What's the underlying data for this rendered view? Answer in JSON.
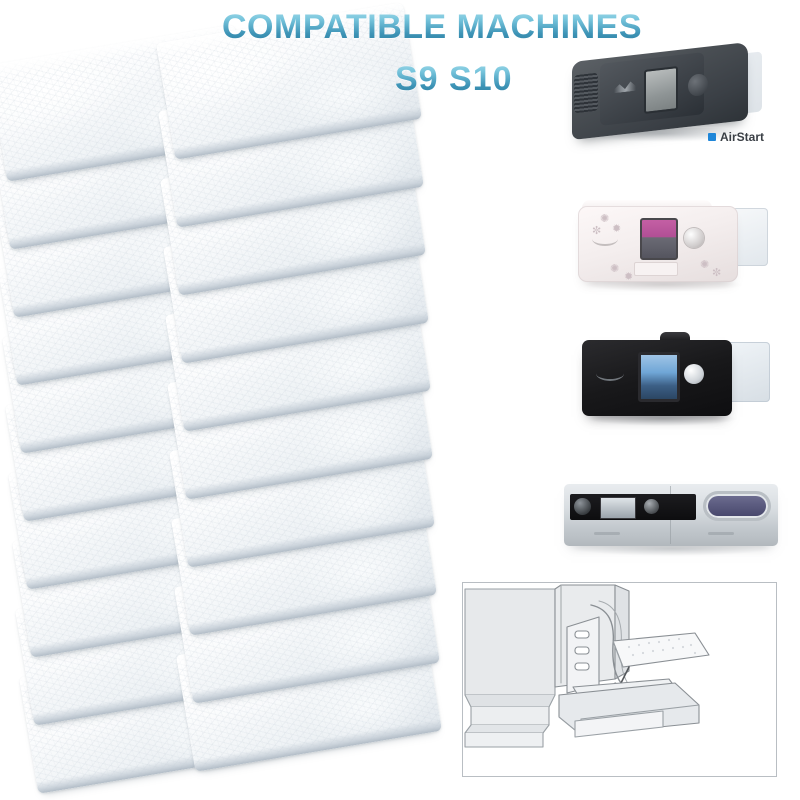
{
  "heading": {
    "title": "COMPATIBLE MACHINES",
    "subtitle": "S9  S10",
    "color_light": "#a9dcea",
    "color_dark": "#2b7b9c"
  },
  "product": {
    "item_name": "CPAP disposable universal replacement filters",
    "material_appearance": "white non-woven fibrous filter pads",
    "left_column_count": 10,
    "right_column_count": 10,
    "total_visible_pads": 20,
    "tilt_degrees": -9.5
  },
  "machines": [
    {
      "id": "airstart",
      "name": "airstart-machine",
      "label": "AirStart",
      "label_marker_color": "#1f86d8",
      "body_color": "#3b4046",
      "screen_color": "#8f9596",
      "description": "dark grey CPAP unit with side vent, small grey LCD and round dial"
    },
    {
      "id": "pink",
      "name": "pink-floral-machine",
      "label": "",
      "body_color": "#f4eeee",
      "screen_color": "#b14f95",
      "description": "white CPAP with floral decals, pink-purple colour screen and clear water chamber"
    },
    {
      "id": "black",
      "name": "black-machine",
      "label": "",
      "body_color": "#18181a",
      "screen_color": "#6fa6d6",
      "description": "black CPAP with blue colour touchscreen, white dial and clear humidifier tub"
    },
    {
      "id": "silver",
      "name": "silver-s9-machine",
      "label": "",
      "body_color": "#d8dde1",
      "screen_color": "#9aa3ab",
      "description": "silver S9 CPAP with black control strip, two knobs and purple-tinted humidifier window"
    }
  ],
  "diagram": {
    "name": "filter-installation-diagram",
    "caption": "",
    "description": "Line drawing of the CPAP air filter cover opened, showing the white filter pad being inserted into the perforated filter tray",
    "border_color": "#b9bec3",
    "line_color": "#8a8f94",
    "fill_color": "#eceef0"
  },
  "background": {
    "color": "#ffffff"
  }
}
